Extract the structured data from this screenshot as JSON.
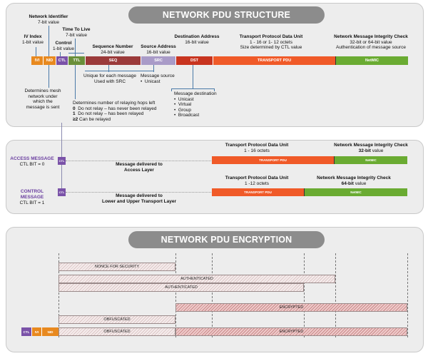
{
  "panel1": {
    "title": "NETWORK PDU STRUCTURE",
    "fields": {
      "ivi": "IVI",
      "nid": "NID",
      "ctl": "CTL",
      "ttl": "TTL",
      "seq": "SEQ",
      "src": "SRC",
      "dst": "DST",
      "transport_pdu": "TRANSPORT PDU",
      "netmic": "NetMIC"
    },
    "labels": {
      "nid_title": "Network Identifier",
      "nid_size": "7-bit value",
      "ivi_title": "IV Index",
      "ivi_size": "1-bit value",
      "ttl_title": "Time To Live",
      "ttl_size": "7-bit value",
      "ctl_title": "Control",
      "ctl_size": "1-bit value",
      "seq_title": "Sequence Number",
      "seq_size": "24-bit value",
      "src_title": "Source Address",
      "src_size": "16-bit value",
      "dst_title": "Destination Address",
      "dst_size": "16-bit value",
      "tpdu_title": "Transport Protocol Data Unit",
      "tpdu_size": "1 - 16 or 1- 12 octets",
      "tpdu_note": "Size determined by CTL value",
      "mic_title": "Network Message Integrity Check",
      "mic_size": "32-bit or 64-bit value",
      "mic_note": "Authentication of message source"
    },
    "notes": {
      "nid_1": "Determines mesh",
      "nid_2": "network under",
      "nid_3": "which the",
      "nid_4": "message is sent",
      "seq_1": "Unique for each message",
      "seq_2": "Used with SRC",
      "src_1": "Message source",
      "src_2": "Unicast",
      "dst_1": "Message destination",
      "dst_2": "Unicast",
      "dst_3": "Virtual",
      "dst_4": "Group",
      "dst_5": "Broadcast",
      "ttl_1": "Determines number of relaying hops left",
      "ttl_2_num": "0",
      "ttl_2": "Do not relay – has never been relayed",
      "ttl_3_num": "1",
      "ttl_3": "Do not relay – has been relayed",
      "ttl_4_num": "≥2",
      "ttl_4": "Can be relayed"
    }
  },
  "panel2": {
    "access": {
      "heading": "ACCESS MESSAGE",
      "bit": "CTL BIT = 0",
      "ctl": "CTL",
      "delivery_1": "Message delivered to",
      "delivery_2": "Access Layer",
      "tpdu_title": "Transport Protocol Data Unit",
      "tpdu_size": "1 - 16 octets",
      "mic_title": "Network Message Integrity Check",
      "mic_size": "32-bit",
      "mic_suffix": " value",
      "tpdu": "TRANSPORT PDU",
      "netmic": "NetMIC"
    },
    "control": {
      "heading": "CONTROL MESSAGE",
      "bit": "CTL BIT = 1",
      "ctl": "CTL",
      "delivery_1": "Message delivered to",
      "delivery_2": "Lower and Upper Transport Layer",
      "tpdu_title": "Transport Protocol Data Unit",
      "tpdu_size": "1 -12 octets",
      "mic_title": "Network Message Integrity Check",
      "mic_size": "64-bit",
      "mic_suffix": " value",
      "tpdu": "TRANSPORT PDU",
      "netmic": "NetMIC"
    }
  },
  "panel3": {
    "title": "NETWORK PDU ENCRYPTION",
    "bars": {
      "nonce": "NONCE FOR SECURITY",
      "auth_1": "AUTHENTICATED",
      "auth_2": "AUTHENTICATED",
      "encrypted_1": "ENCRYPTED",
      "obfuscated_1": "OBFUSCATED",
      "ctl": "CTL",
      "ivi": "IVI",
      "nid": "NID",
      "obfuscated_2": "OBFUSCATED",
      "encrypted_2": "ENCRYPTED"
    }
  },
  "colors": {
    "ivi": "#e8891f",
    "nid": "#e8891f",
    "ctl": "#7a52a8",
    "ttl": "#6a8f3a",
    "seq": "#9b3a3a",
    "src": "#a99bc8",
    "dst": "#c8341f",
    "tpdu": "#f05a28",
    "netmic": "#6aab32"
  }
}
